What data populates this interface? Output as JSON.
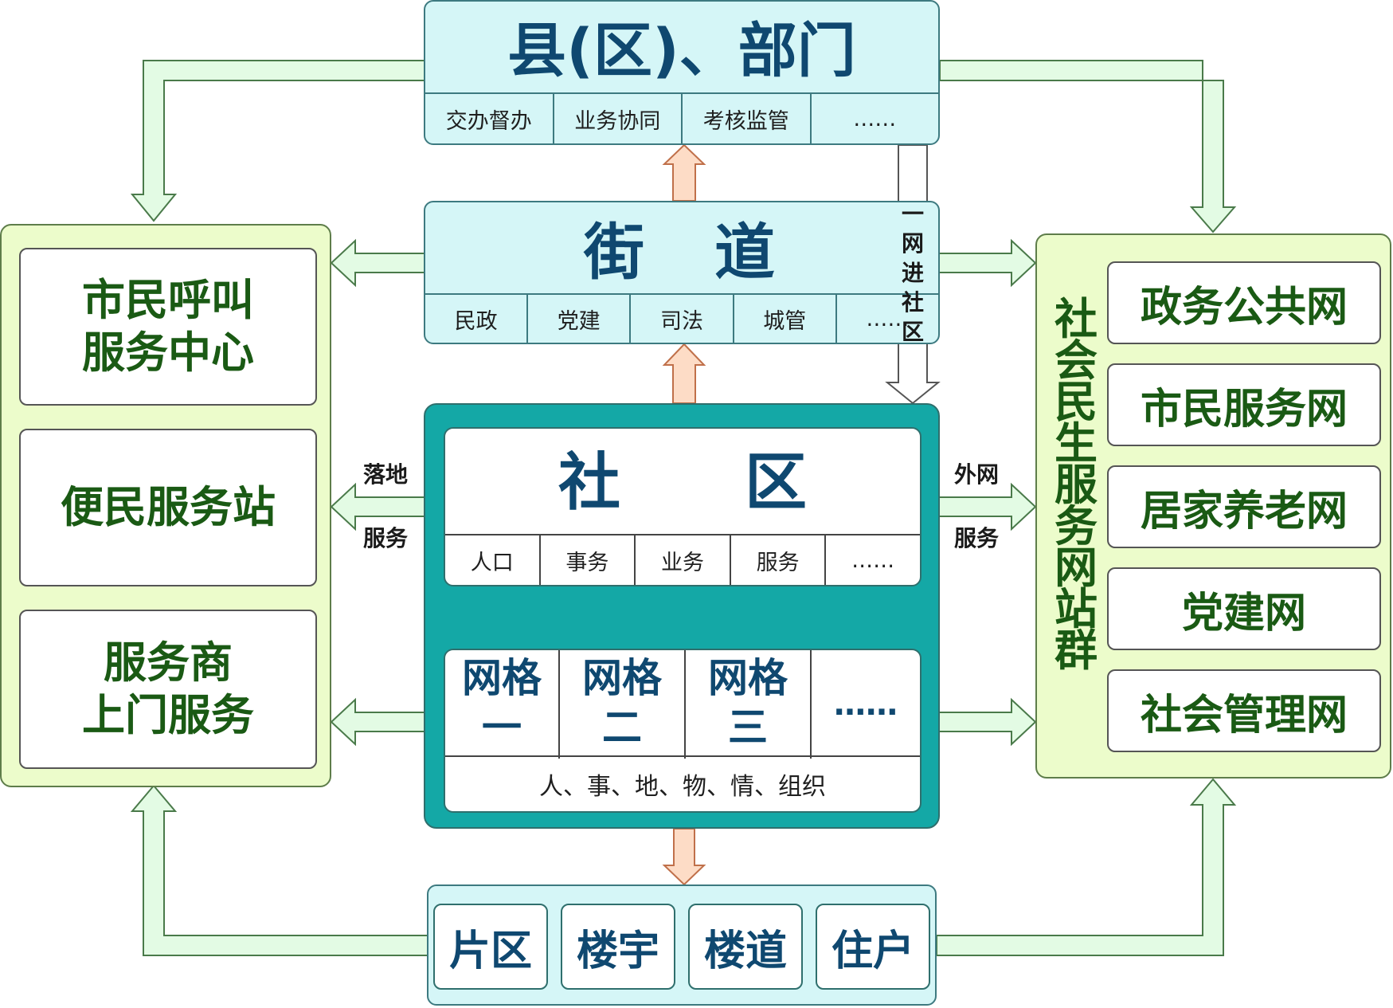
{
  "county": {
    "title": "县(区)、部门",
    "tabs": [
      "交办督办",
      "业务协同",
      "考核监管",
      "……"
    ]
  },
  "street": {
    "title": "街　道",
    "tabs": [
      "民政",
      "党建",
      "司法",
      "城管",
      "……"
    ]
  },
  "vertical_label": "一网进社区",
  "community": {
    "title": "社　　区",
    "tabs": [
      "人口",
      "事务",
      "业务",
      "服务",
      "……"
    ],
    "grids": [
      {
        "line1": "网格",
        "line2": "一"
      },
      {
        "line1": "网格",
        "line2": "二"
      },
      {
        "line1": "网格",
        "line2": "三"
      },
      {
        "line1": "……",
        "line2": ""
      }
    ],
    "grid_elements": "人、事、地、物、情、组织"
  },
  "left_labels": {
    "top": "落地",
    "bottom": "服务"
  },
  "right_labels": {
    "top": "外网",
    "bottom": "服务"
  },
  "left_panel": {
    "items": [
      {
        "line1": "市民呼叫",
        "line2": "服务中心"
      },
      {
        "line1": "便民服务站",
        "line2": ""
      },
      {
        "line1": "服务商",
        "line2": "上门服务"
      }
    ]
  },
  "right_panel": {
    "title": "社会民生服务网站群",
    "items": [
      "政务公共网",
      "市民服务网",
      "居家养老网",
      "党建网",
      "社会管理网"
    ]
  },
  "bottom": {
    "items": [
      "片区",
      "楼宇",
      "楼道",
      "住户"
    ]
  },
  "colors": {
    "cyan_box": "#d5f6f7",
    "teal_box": "#14a8a6",
    "green_panel": "#ecfccb",
    "green_text": "#1a5a14",
    "blue_text": "#0f4870",
    "green_arrow": "#e3fbe4",
    "orange_arrow": "#fddcc6"
  }
}
